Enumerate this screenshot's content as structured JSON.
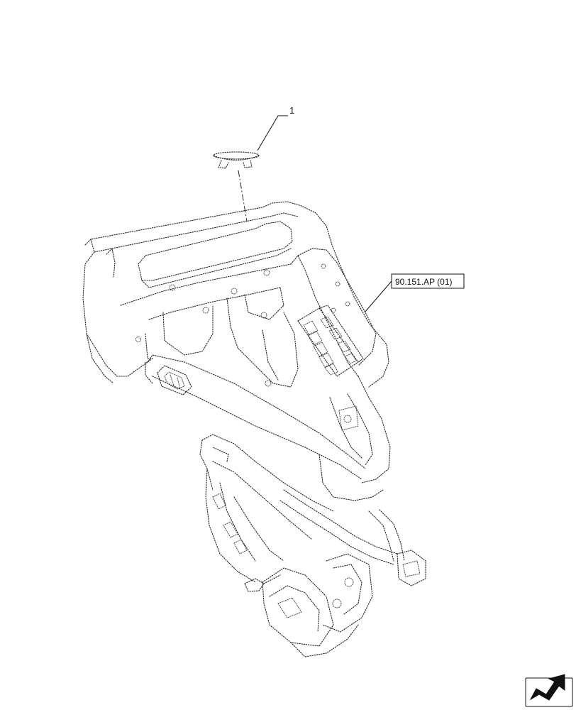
{
  "diagram": {
    "callouts": [
      {
        "id": "item-1",
        "label": "1"
      }
    ],
    "reference_box": {
      "label": "90.151.AP (01)"
    },
    "nav_icon": "next-page-arrow-icon"
  }
}
